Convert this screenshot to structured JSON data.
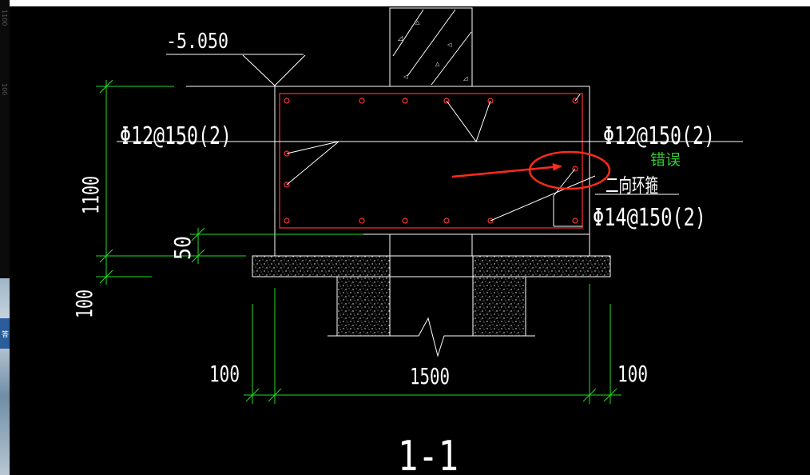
{
  "drawing": {
    "elevation": "-5.050",
    "rebar_top_left": "Φ12@150(2)",
    "rebar_top_right": "Φ12@150(2)",
    "rebar_bottom_right": "Φ14@150(2)",
    "note_two_way_hoop": "二向环箍",
    "dim_height": "1100",
    "dim_cover": "50",
    "dim_pad": "100",
    "dim_left": "100",
    "dim_width": "1500",
    "dim_right": "100",
    "section_label": "1-1"
  },
  "annotation": {
    "error_label": "错误",
    "color_error": "#33cc33",
    "color_circle": "#ff2a1a"
  },
  "side": {
    "strip_label_1": "1100",
    "strip_label_2": "100",
    "tab_label": "答"
  },
  "colors": {
    "background": "#000000",
    "lines": "#ffffff",
    "dimension": "#22dd22",
    "rebar": "#ff3333"
  }
}
